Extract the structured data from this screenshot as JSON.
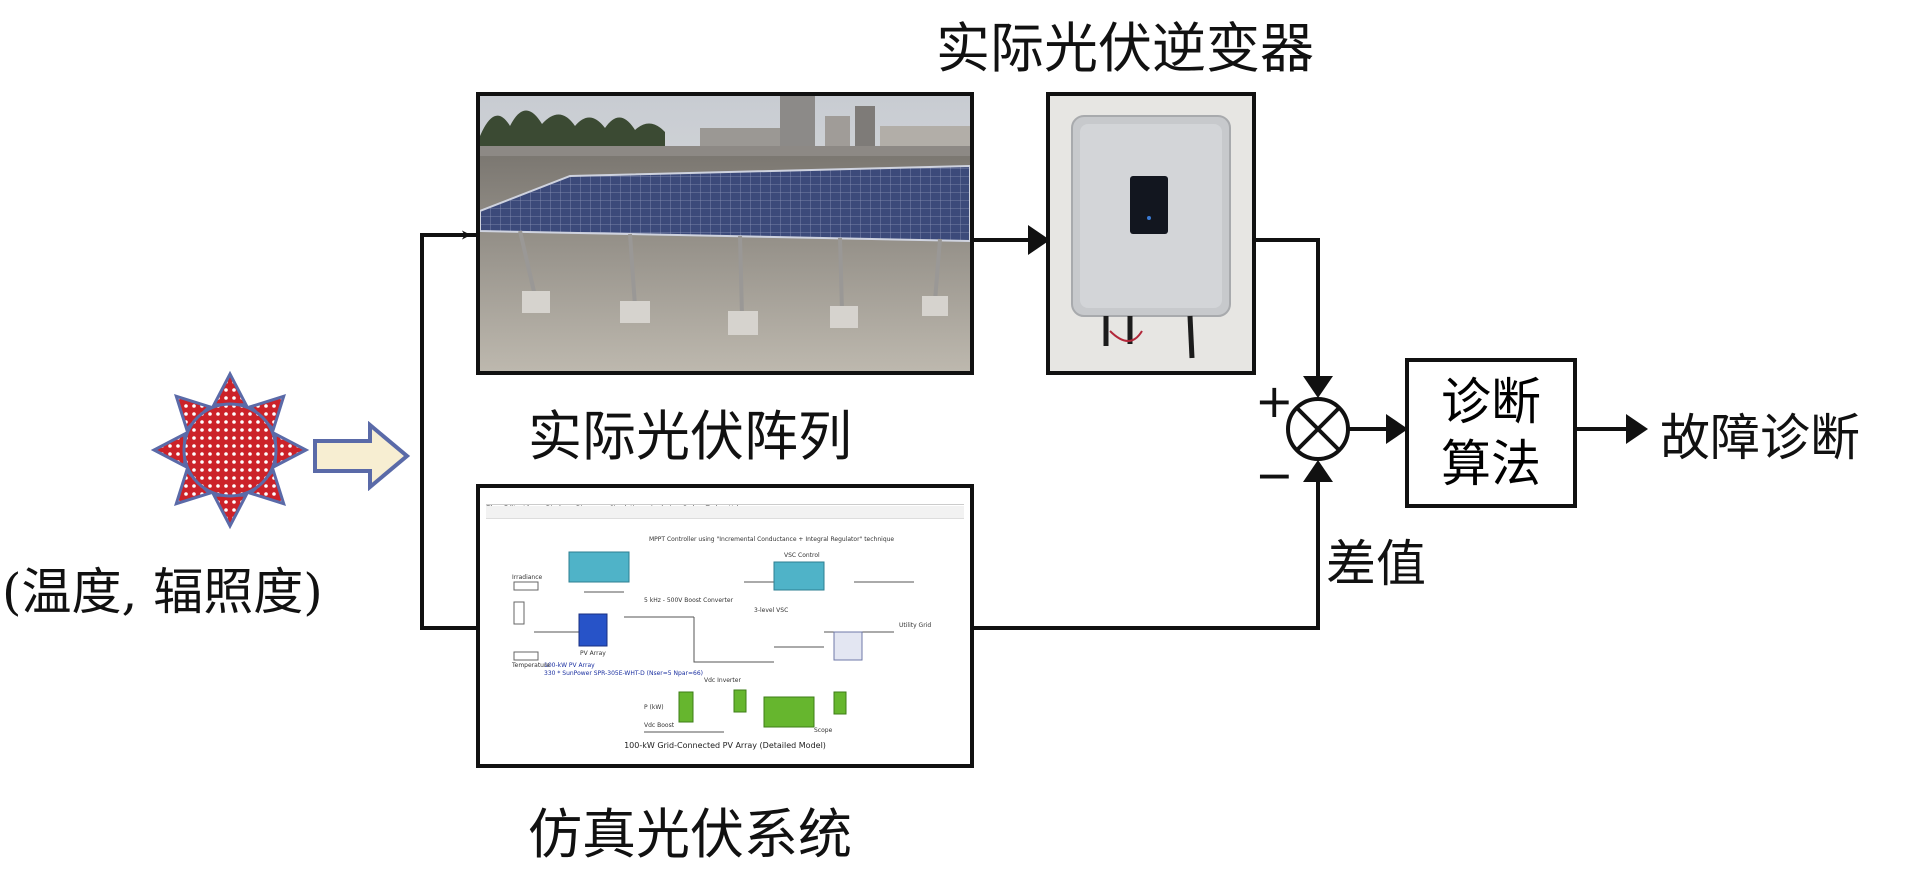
{
  "labels": {
    "inverter_title": "实际光伏逆变器",
    "real_array": "实际光伏阵列",
    "sim_system": "仿真光伏系统",
    "inputs": "(温度, 辐照度)",
    "difference": "差值",
    "algorithm_line1": "诊断",
    "algorithm_line2": "算法",
    "output": "故障诊断",
    "plus": "+",
    "minus": "−"
  },
  "simulink": {
    "menu_items": [
      "File",
      "Edit",
      "View",
      "Display",
      "Diagram",
      "Simulation",
      "Analysis",
      "Code",
      "Tools",
      "Help"
    ],
    "title": "100-kW Grid-Connected PV Array (Detailed Model)",
    "block_mppt": "MPPT Controller using \"Incremental Conductance + Integral Regulator\" technique",
    "block_vsc": "VSC Control",
    "block_boost": "5 kHz - 500V Boost Converter",
    "block_vsc3": "3-level VSC",
    "block_grid": "Utility Grid",
    "block_pv": "PV Array",
    "block_pv_desc1": "100-kW PV Array",
    "block_pv_desc2": "330 * SunPower SPR-305E-WHT-D (Nser=5 Npar=66)",
    "block_irr": "Irradiance",
    "block_temp": "Temperature",
    "block_vdc": "Vdc Inverter",
    "block_pkw": "P (kW)",
    "block_vdc_boost": "Vdc Boost",
    "block_scope": "Scope"
  },
  "colors": {
    "sun_ray": "#cc2229",
    "sun_outline": "#5a6aa8",
    "arrow_fill": "#f7eed2",
    "arrow_stroke": "#5a6aa8",
    "line": "#111111",
    "sim_teal": "#4fb3c8",
    "sim_green": "#66b62e"
  }
}
